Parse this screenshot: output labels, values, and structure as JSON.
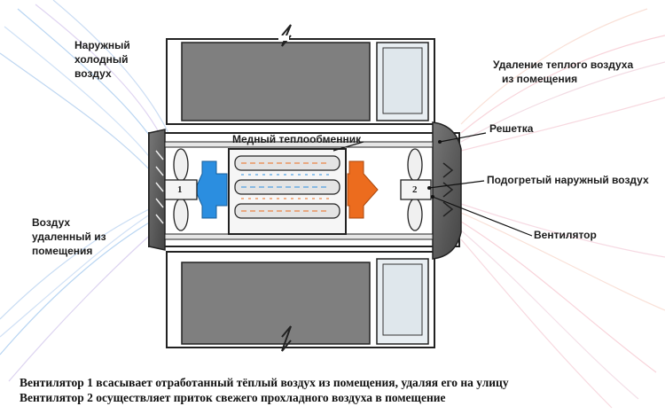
{
  "labels": {
    "outside_cold_air": [
      "Наружный",
      "холодный",
      "воздух"
    ],
    "removal_warm_air": [
      "Удаление теплого воздуха",
      "из помещения"
    ],
    "copper_exchanger": "Медный теплообменник",
    "grille": "Решетка",
    "heated_outside_air": "Подогретый наружный воздух",
    "room_exhaust_air": [
      "Воздух",
      "удаленный из",
      "помещения"
    ],
    "fan": "Вентилятор",
    "fan1_number": "1",
    "fan2_number": "2"
  },
  "caption": {
    "line1": "Вентилятор 1 всасывает отработанный тёплый воздух из помещения, удаляя его на улицу",
    "line2": "Вентилятор 2 осуществляет приток свежего прохладного воздуха в помещение"
  },
  "colors": {
    "cold_flow": "#2b8ee0",
    "warm_flow": "#ec6c1e",
    "wall": "#888888",
    "duct": "#4a4a4a"
  }
}
